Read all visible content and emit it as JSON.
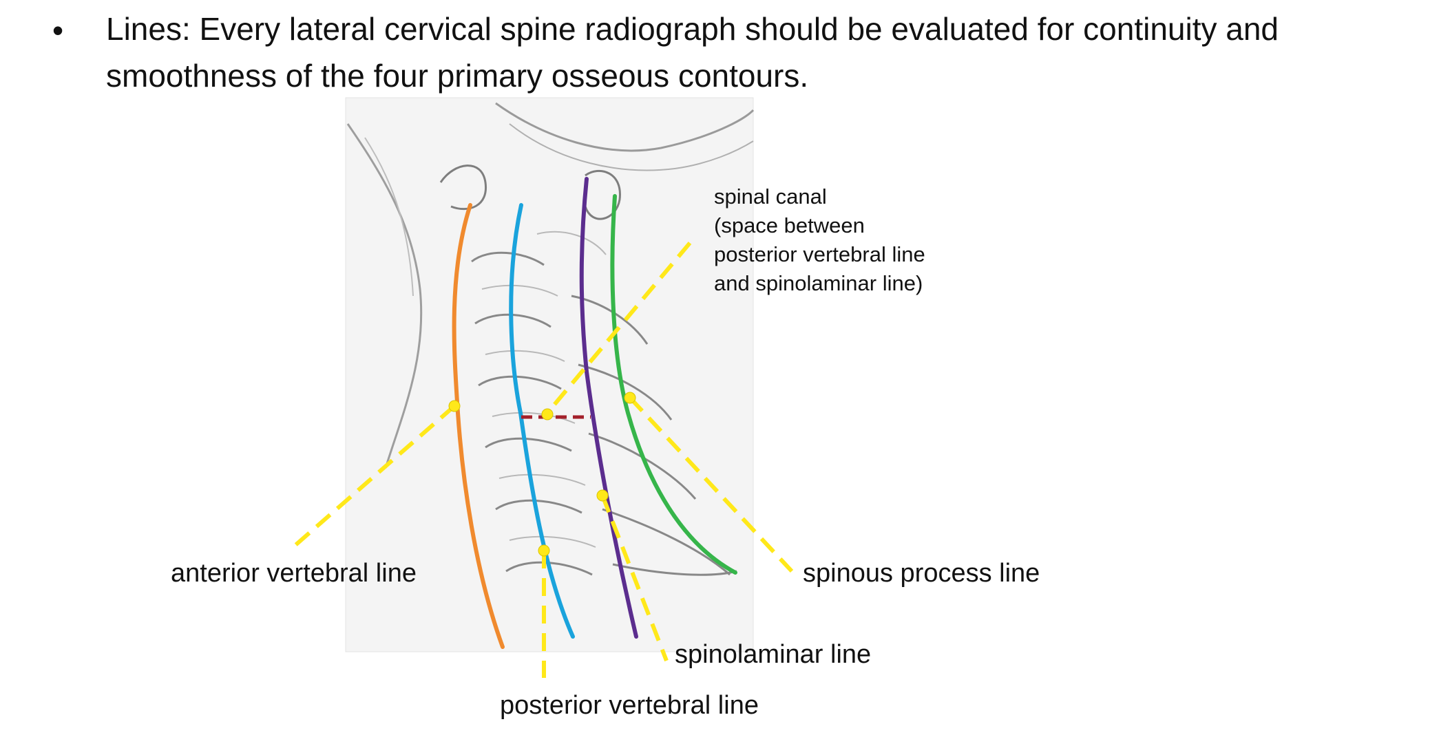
{
  "bullet": {
    "marker": "•",
    "text": "Lines: Every lateral cervical spine radiograph should be evaluated for continuity and smoothness of the four primary osseous contours."
  },
  "labels": {
    "spinal_canal": [
      "spinal canal",
      "(space between",
      "posterior vertebral line",
      "and spinolaminar line)"
    ],
    "anterior_vertebral_line": "anterior vertebral line",
    "posterior_vertebral_line": "posterior vertebral line",
    "spinolaminar_line": "spinolaminar line",
    "spinous_process_line": "spinous process line"
  },
  "colors": {
    "anterior_vertebral_line": "#f08a2e",
    "posterior_vertebral_line": "#1aa3dc",
    "spinolaminar_line": "#5b2d8e",
    "spinous_process_line": "#36b54a",
    "leader": "#ffe81a",
    "canal_marker": "#a3202a"
  }
}
